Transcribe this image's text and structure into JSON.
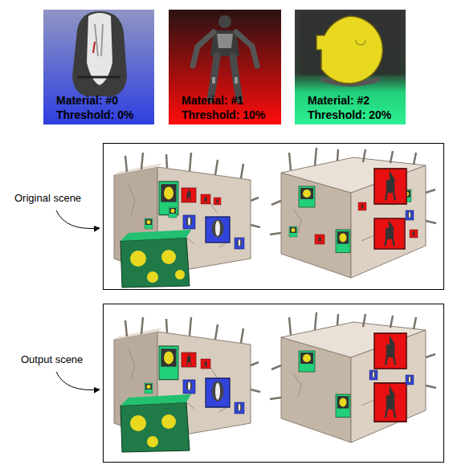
{
  "diagram": {
    "nodes": [
      {
        "text": [
          "Material: #0",
          "Threshold: 0%"
        ]
      },
      {
        "text": [
          "Material: #1",
          "Threshold: 10%"
        ]
      },
      {
        "text": [
          "Material: #2",
          "Threshold: 20%"
        ]
      }
    ],
    "labels": [
      "Original scene",
      "Output scene"
    ]
  }
}
